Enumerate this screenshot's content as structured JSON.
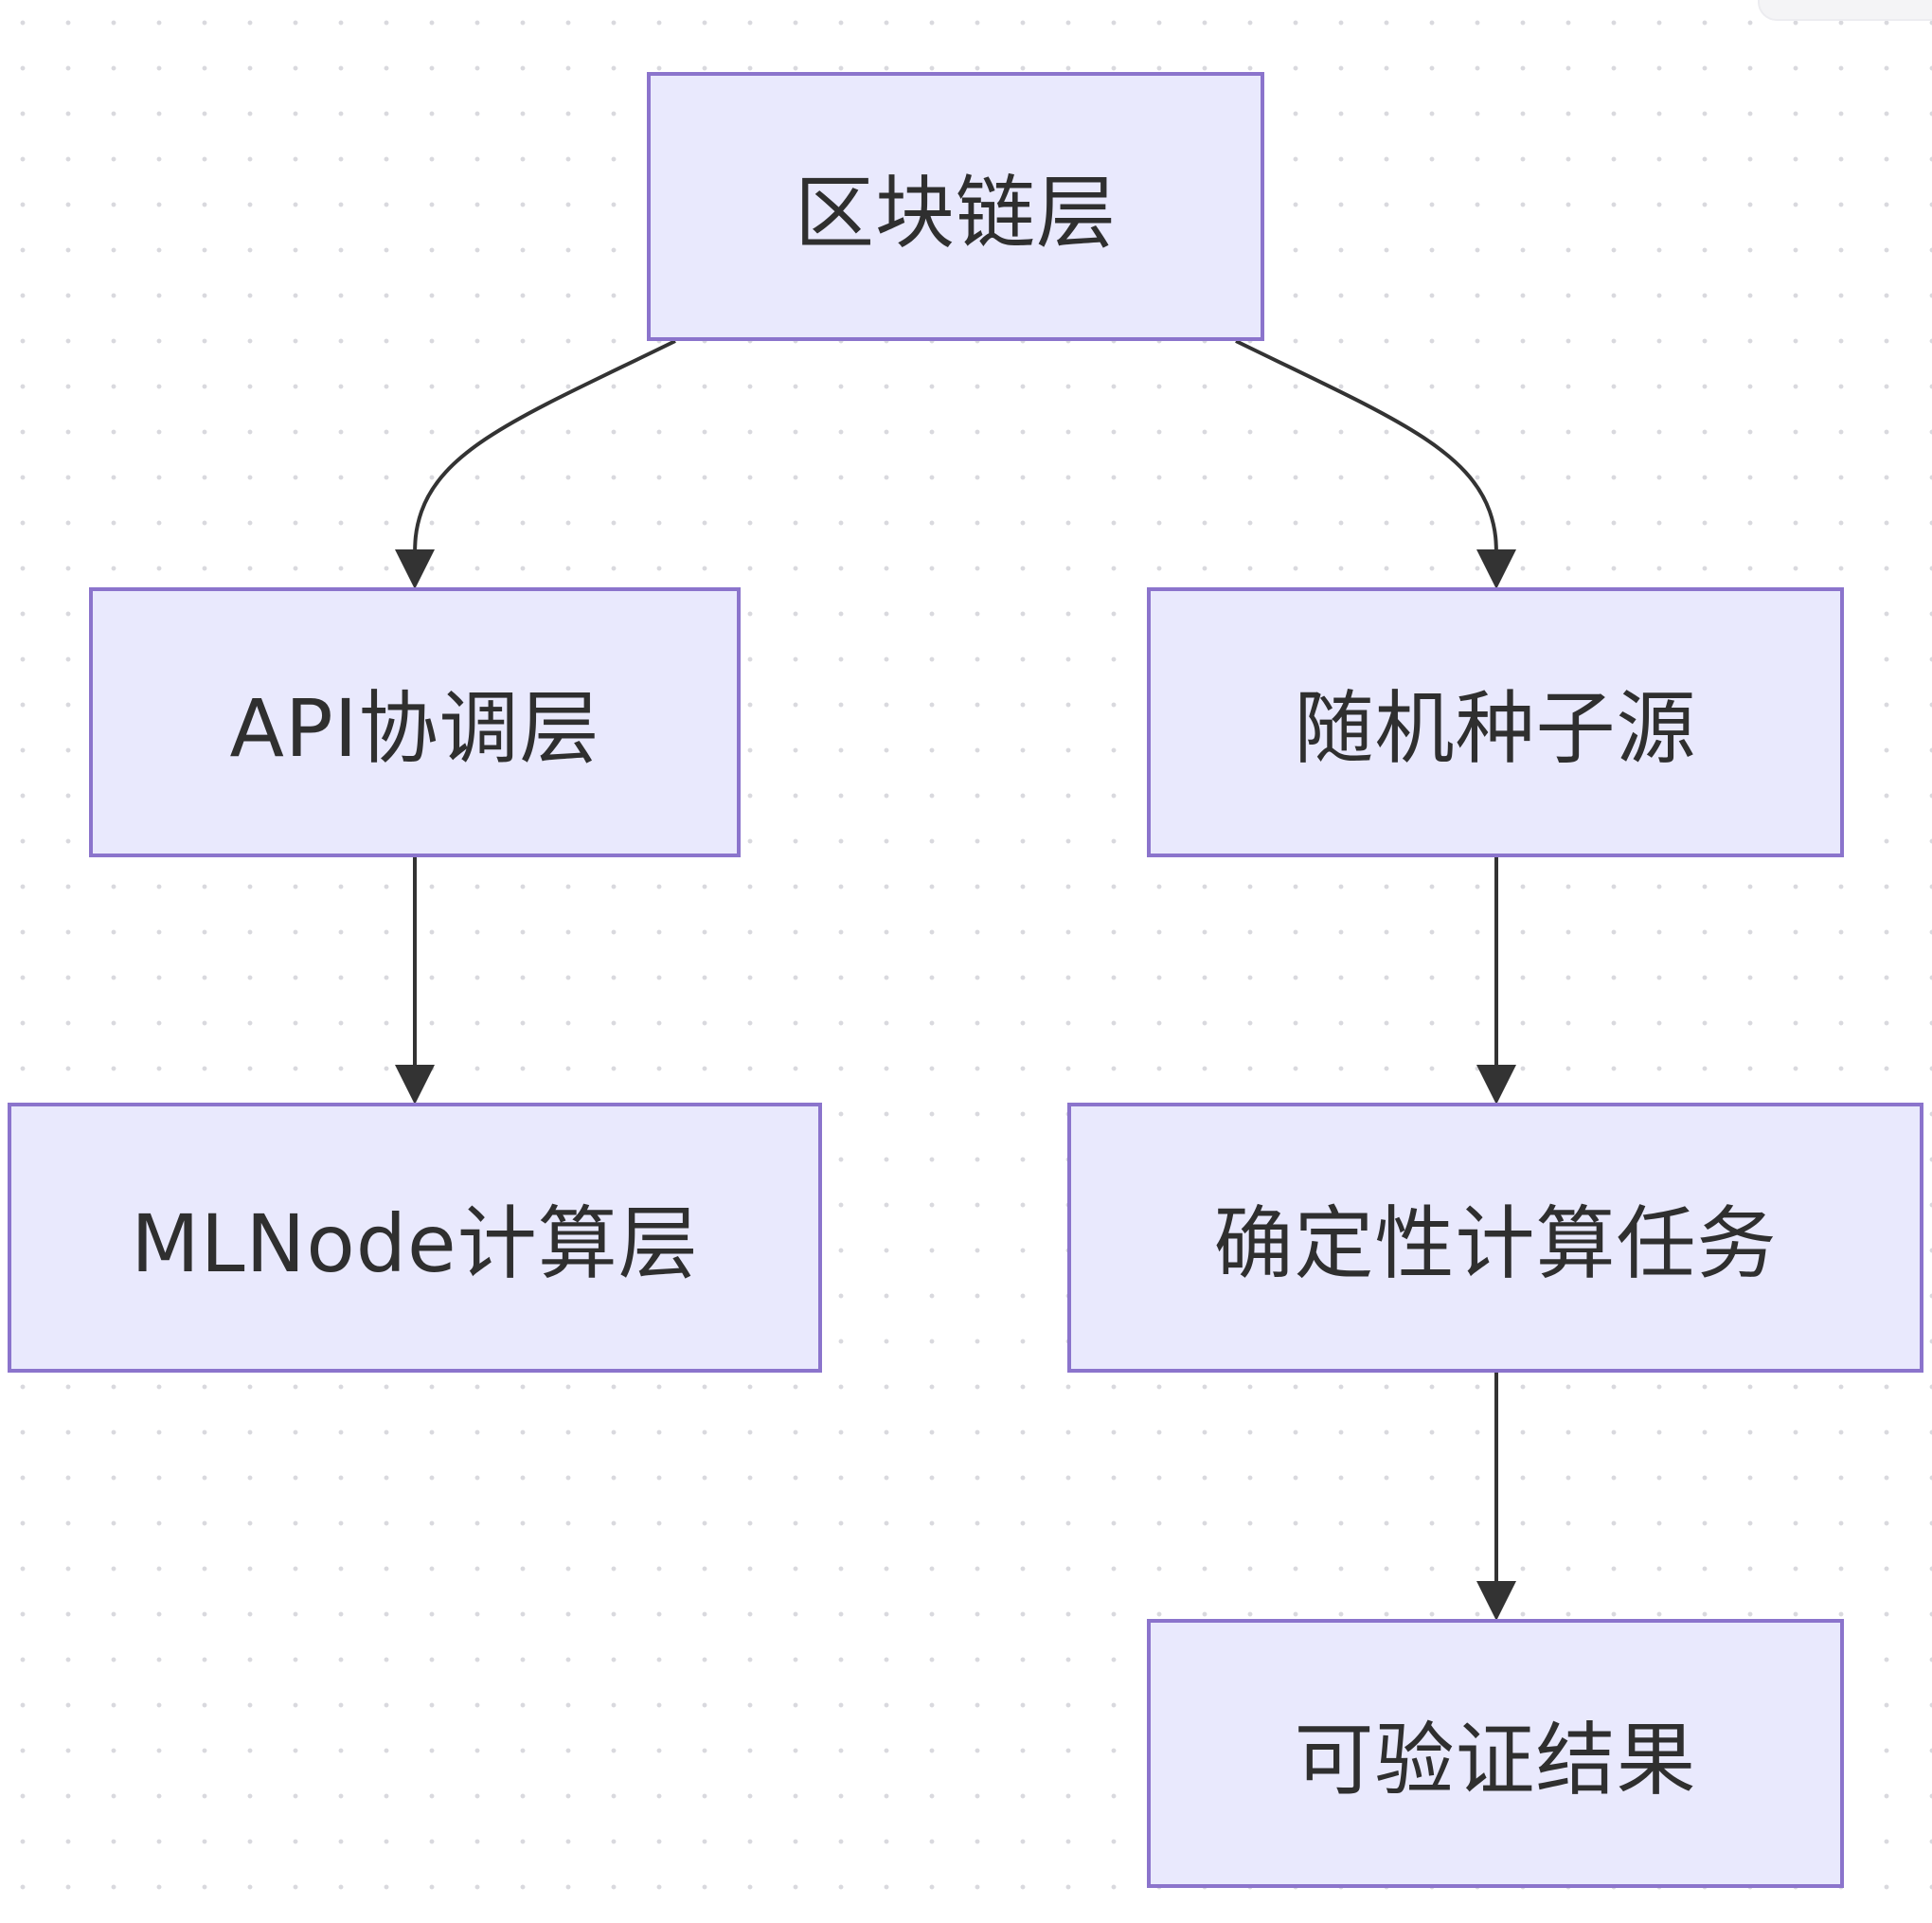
{
  "diagram": {
    "type": "flowchart",
    "direction": "top-down",
    "nodes": {
      "blockchain": {
        "label": "区块链层"
      },
      "api": {
        "label": "API协调层"
      },
      "random_seed": {
        "label": "随机种子源"
      },
      "mlnode": {
        "label": "MLNode计算层"
      },
      "deterministic_task": {
        "label": "确定性计算任务"
      },
      "verifiable_result": {
        "label": "可验证结果"
      }
    },
    "edges": [
      {
        "from": "blockchain",
        "to": "api"
      },
      {
        "from": "blockchain",
        "to": "random_seed"
      },
      {
        "from": "api",
        "to": "mlnode"
      },
      {
        "from": "random_seed",
        "to": "deterministic_task"
      },
      {
        "from": "deterministic_task",
        "to": "verifiable_result"
      }
    ],
    "colors": {
      "node_fill": "#e9e9fd",
      "node_border": "#8b74cc",
      "edge": "#333333",
      "text": "#2f2f2f",
      "background_dot": "#d9d9de"
    }
  }
}
